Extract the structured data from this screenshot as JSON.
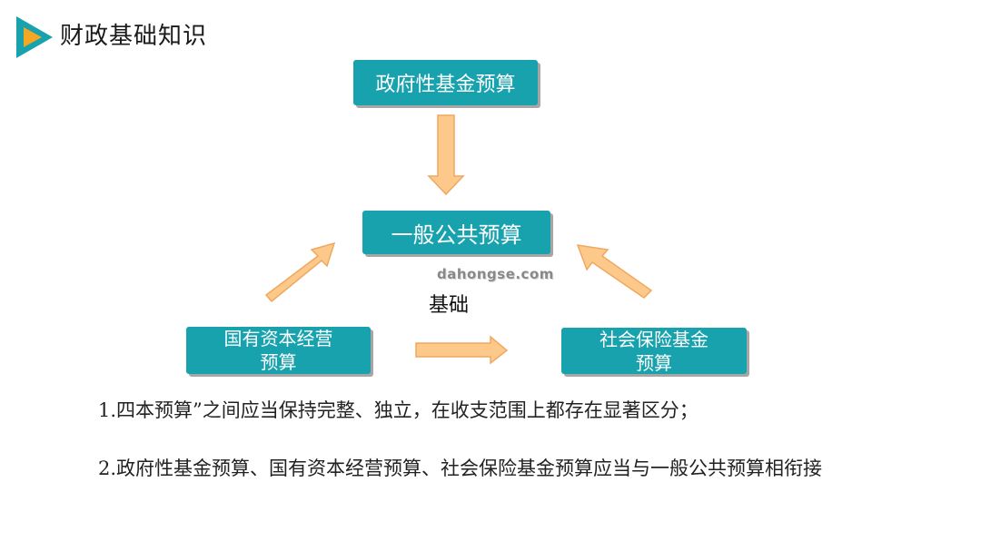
{
  "header": {
    "title": "财政基础知识",
    "logo_colors": {
      "primary": "#17a2ad",
      "accent": "#f5a623"
    }
  },
  "diagram": {
    "top_box": "政府性基金预算",
    "center_box": "一般公共预算",
    "left_box_line1": "国有资本经营",
    "left_box_line2": "预算",
    "right_box_line1": "社会保险基金",
    "right_box_line2": "预算",
    "foundation_label": "基础",
    "box_color": "#17a2ad",
    "arrow_color": "#fcc98a"
  },
  "watermark": "dahongse.com",
  "notes": {
    "line1": "1.四本预算”之间应当保持完整、独立，在收支范围上都存在显著区分；",
    "line2": "2.政府性基金预算、国有资本经营预算、社会保险基金预算应当与一般公共预算相衔接"
  }
}
